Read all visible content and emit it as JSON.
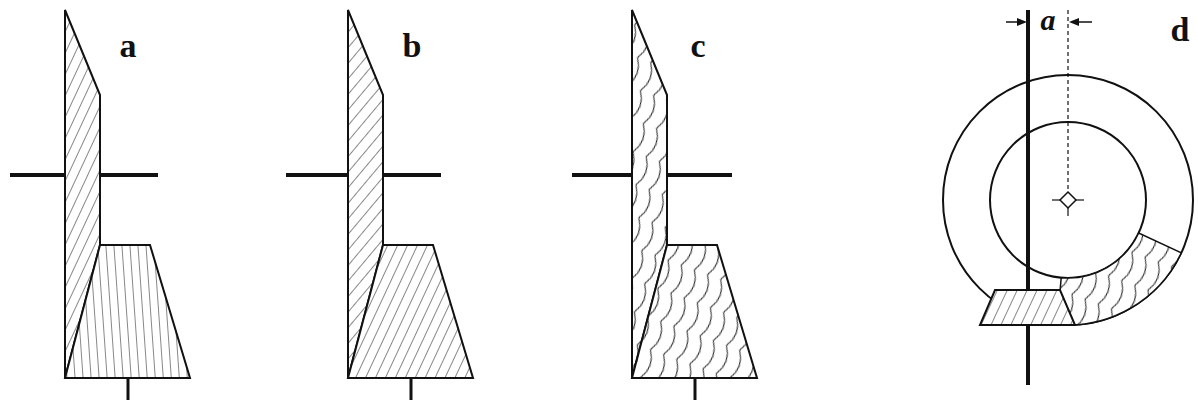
{
  "diagram": {
    "labels": [
      "a",
      "b",
      "c",
      "a",
      "d"
    ]
  }
}
